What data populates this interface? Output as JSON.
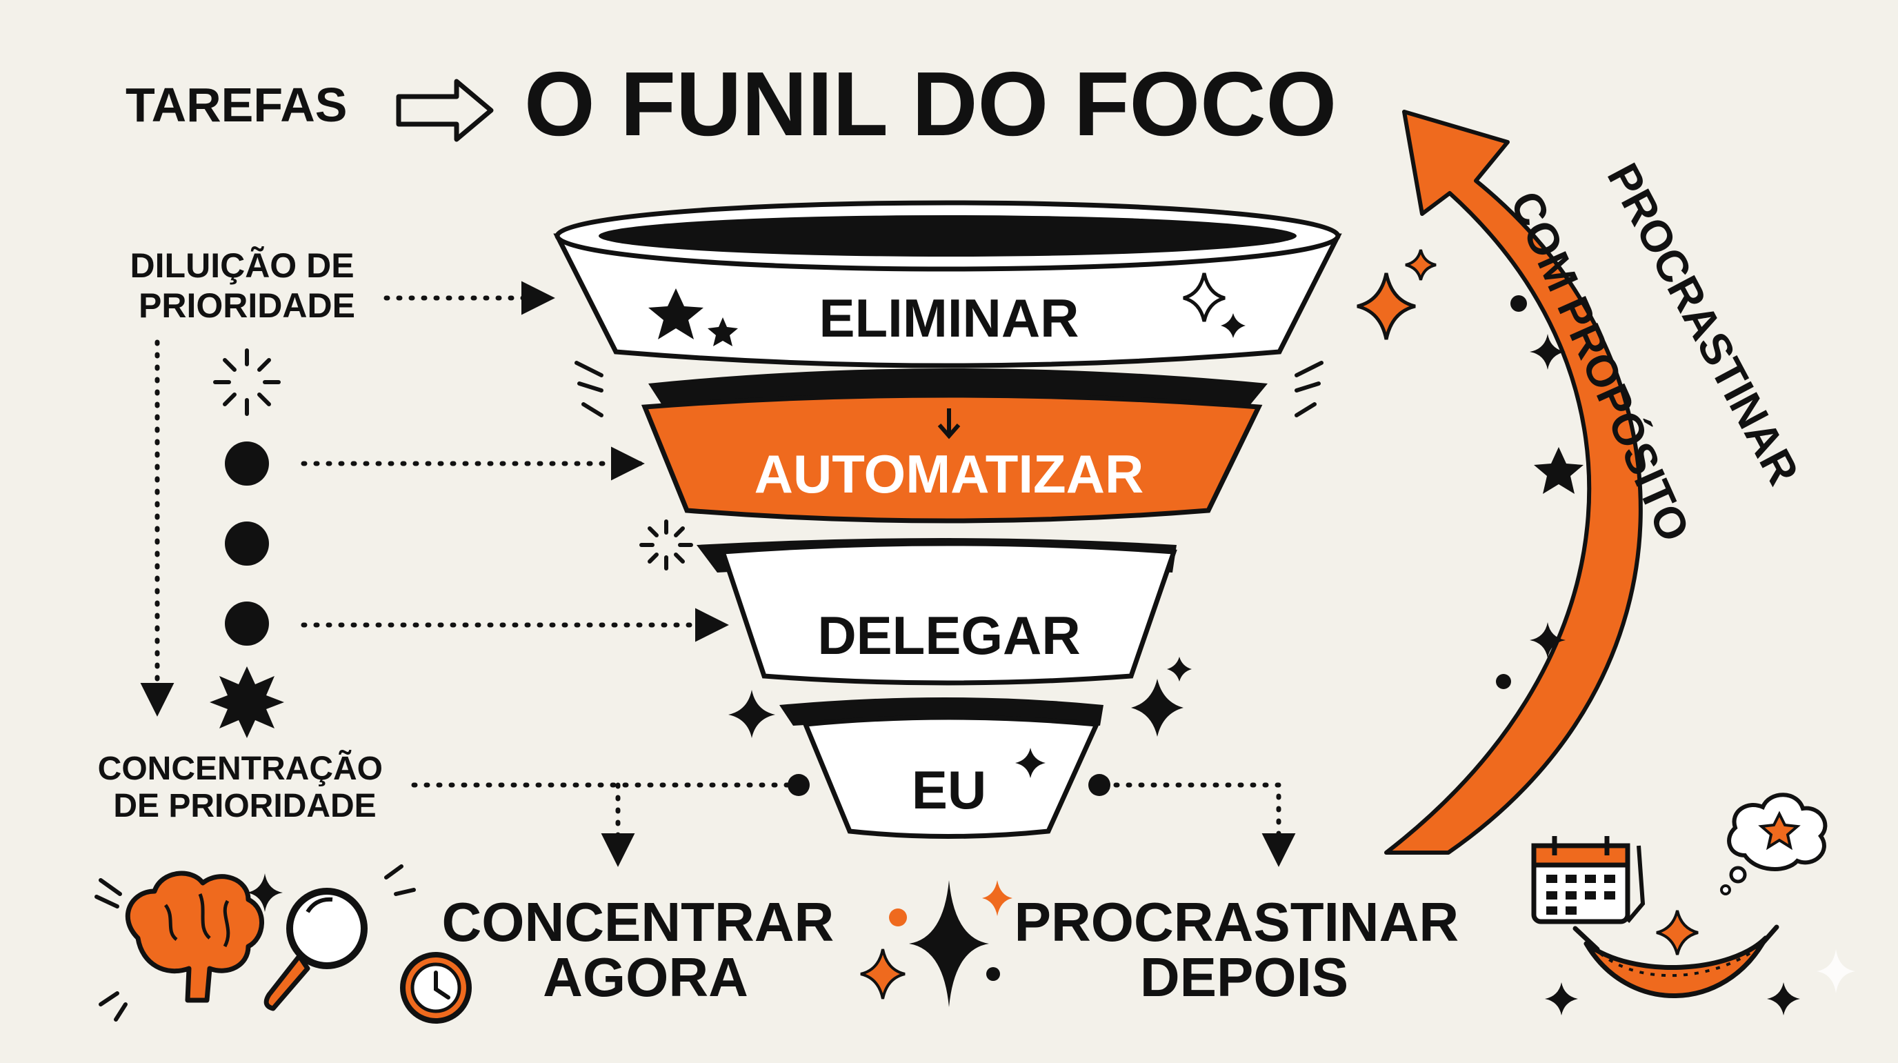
{
  "title": "O FUNIL DO FOCO",
  "input_label": "TAREFAS",
  "left_labels": {
    "top": [
      "DILUIÇÃO DE",
      "PRIORIDADE"
    ],
    "bottom": [
      "CONCENTRAÇÃO",
      "DE PRIORIDADE"
    ]
  },
  "funnel_stages": [
    {
      "label": "ELIMINAR",
      "fill": "#ffffff",
      "text_color": "#111111"
    },
    {
      "label": "AUTOMATIZAR",
      "fill": "#ef6a1e",
      "text_color": "#ffffff"
    },
    {
      "label": "DELEGAR",
      "fill": "#ffffff",
      "text_color": "#111111"
    },
    {
      "label": "EU",
      "fill": "#ffffff",
      "text_color": "#111111"
    }
  ],
  "outcomes": {
    "left": [
      "CONCENTRAR",
      "AGORA"
    ],
    "right": [
      "PROCRASTINAR",
      "DEPOIS"
    ]
  },
  "curved_arrow": {
    "outer_text": "PROCRASTINAR",
    "inner_text": "COM PROPÓSITO"
  },
  "colors": {
    "accent": "#ef6a1e",
    "ink": "#111111",
    "background": "#f3f1ea"
  },
  "icons": [
    "outline-arrow-icon",
    "brain-icon",
    "magnifier-icon",
    "clock-icon",
    "calendar-icon",
    "thought-bubble-icon",
    "hammock-icon",
    "sparkle-icon",
    "star-icon",
    "dot-icon"
  ]
}
